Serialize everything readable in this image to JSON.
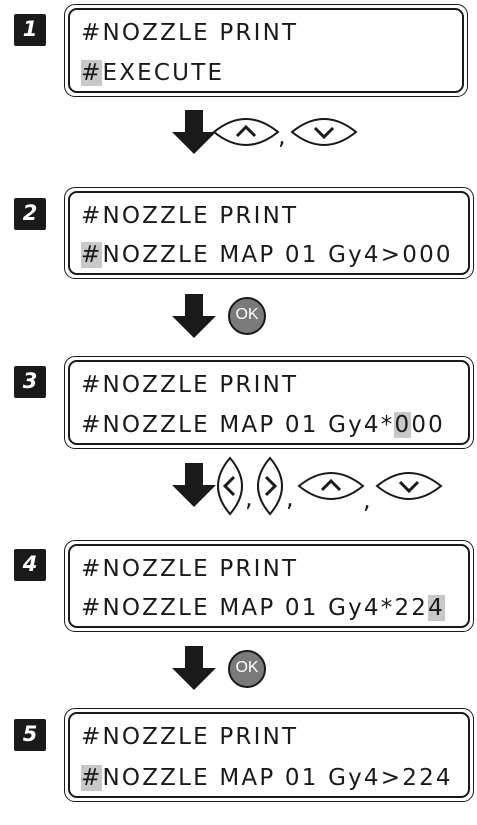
{
  "steps": [
    {
      "number": "1",
      "line1": "#NOZZLE PRINT",
      "line2": {
        "before": "",
        "highlight": "#",
        "after": "EXECUTE"
      }
    },
    {
      "number": "2",
      "line1": "#NOZZLE PRINT",
      "line2": {
        "before": "",
        "highlight": "#",
        "after": "NOZZLE MAP 01 Gy4>000"
      }
    },
    {
      "number": "3",
      "line1": "#NOZZLE PRINT",
      "line2": {
        "before": "#NOZZLE MAP 01 Gy4*",
        "highlight": "0",
        "after": "00"
      }
    },
    {
      "number": "4",
      "line1": "#NOZZLE PRINT",
      "line2": {
        "before": "#NOZZLE MAP 01 Gy4*22",
        "highlight": "4",
        "after": ""
      }
    },
    {
      "number": "5",
      "line1": "#NOZZLE PRINT",
      "line2": {
        "before": "",
        "highlight": "#",
        "after": "NOZZLE MAP 01 Gy4>224"
      }
    }
  ],
  "transitions": [
    {
      "keys": [
        "up-key",
        "down-key"
      ],
      "separator": ","
    },
    {
      "keys": [
        "ok-key"
      ],
      "ok_label": "OK"
    },
    {
      "keys": [
        "left-key",
        "right-key",
        "up-key",
        "down-key"
      ],
      "separator": ","
    },
    {
      "keys": [
        "ok-key"
      ],
      "ok_label": "OK"
    }
  ],
  "colors": {
    "dark": "#1a1a1a",
    "highlight": "#c8c8c8",
    "ok_button": "#7a7a7a"
  }
}
